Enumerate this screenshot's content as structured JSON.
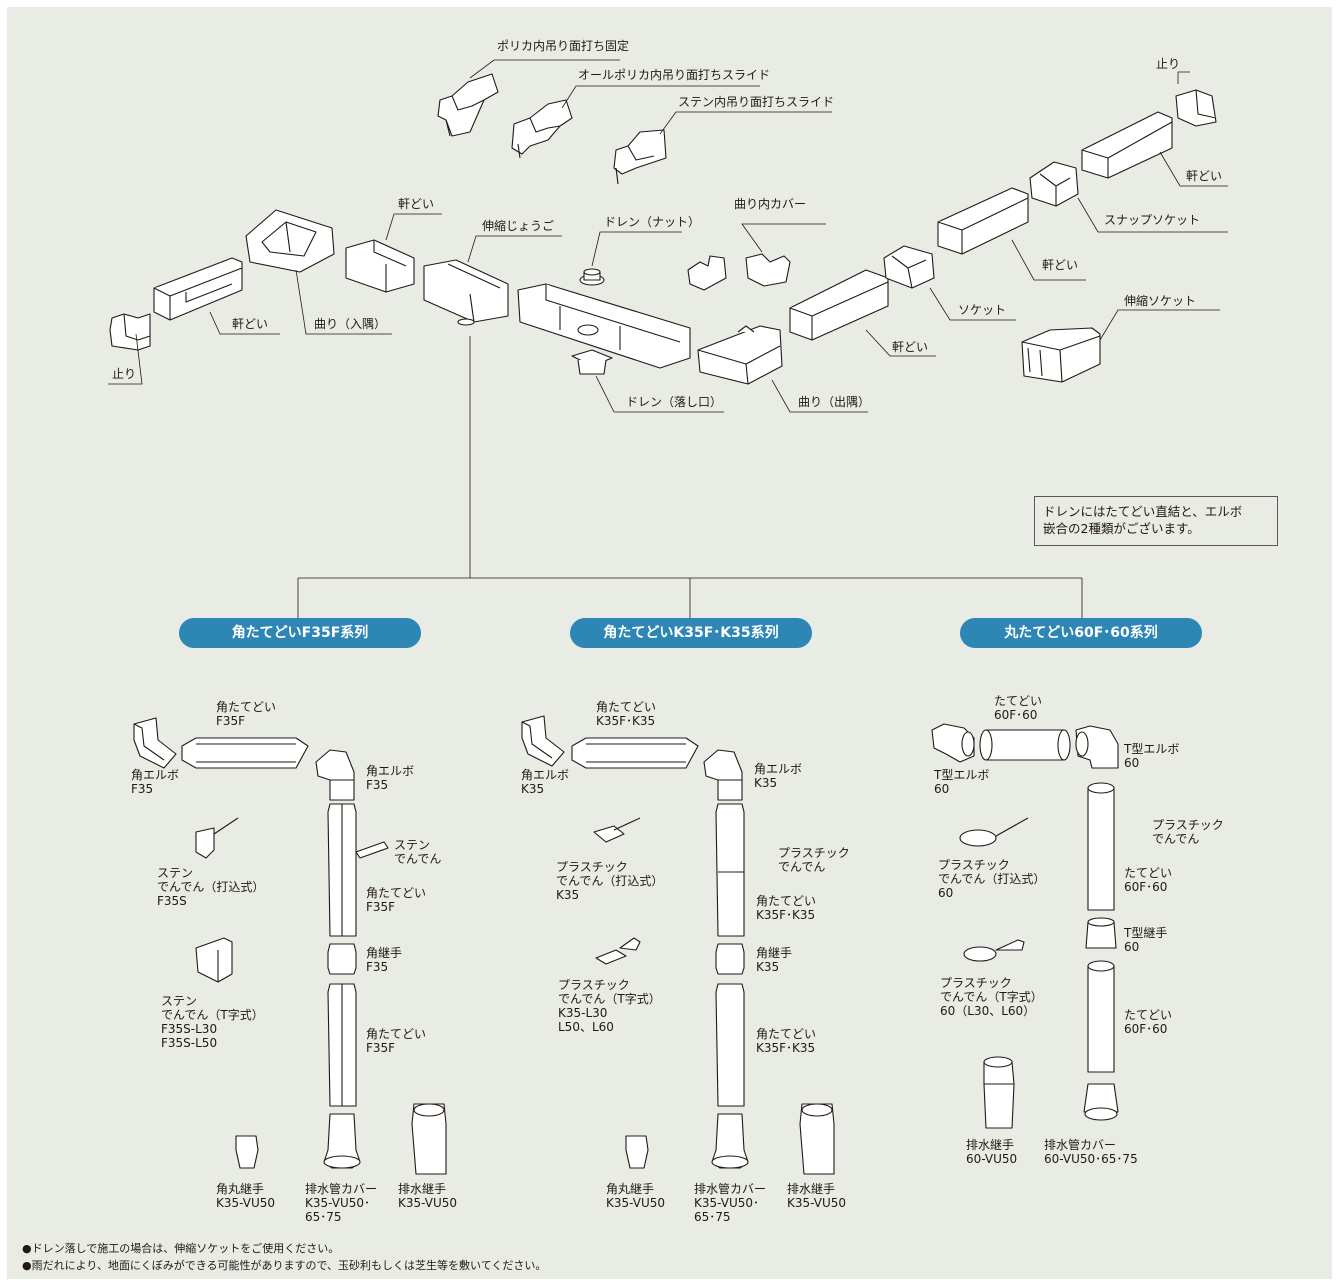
{
  "top_labels": {
    "polyca_fixed": "ポリカ内吊り面打ち固定",
    "allpolyca_slide": "オールポリカ内吊り面打ちスライド",
    "stainless_slide": "ステン内吊り面打ちスライド",
    "stop_left": "止り",
    "gutter_1": "軒どい",
    "corner_inside": "曲り（入隅）",
    "gutter_2": "軒どい",
    "expansion_funnel": "伸縮じょうご",
    "drain_nut": "ドレン（ナット）",
    "corner_inner_cover": "曲り内カバー",
    "drain_outlet": "ドレン（落し口）",
    "corner_outside": "曲り（出隅）",
    "gutter_3": "軒どい",
    "socket": "ソケット",
    "gutter_4": "軒どい",
    "snap_socket": "スナップソケット",
    "gutter_5": "軒どい",
    "stop_right": "止り",
    "expansion_socket": "伸縮ソケット"
  },
  "note": {
    "line1": "ドレンにはたてどい直結と、エルボ",
    "line2": "嵌合の2種類がございます。"
  },
  "series": {
    "f35": "角たてどいF35F系列",
    "k35": "角たてどいK35F･K35系列",
    "r60": "丸たてどい60F･60系列"
  },
  "col1": {
    "pipe_top": [
      "角たてどい",
      "F35F"
    ],
    "elbow_left": [
      "角エルボ",
      "F35"
    ],
    "elbow_right": [
      "角エルボ",
      "F35"
    ],
    "bracket_1": [
      "ステン",
      "でんでん"
    ],
    "bracket_2": [
      "ステン",
      "でんでん（打込式）",
      "F35S"
    ],
    "pipe_mid": [
      "角たてどい",
      "F35F"
    ],
    "joint": [
      "角継手",
      "F35"
    ],
    "bracket_3": [
      "ステン",
      "でんでん（T字式）",
      "F35S-L30",
      "F35S-L50"
    ],
    "pipe_low": [
      "角たてどい",
      "F35F"
    ],
    "round_joint": [
      "角丸継手",
      "K35-VU50"
    ],
    "drain_cover": [
      "排水管カバー",
      "K35-VU50･",
      "65･75"
    ],
    "drain_joint": [
      "排水継手",
      "K35-VU50"
    ]
  },
  "col2": {
    "pipe_top": [
      "角たてどい",
      "K35F･K35"
    ],
    "elbow_left": [
      "角エルボ",
      "K35"
    ],
    "elbow_right": [
      "角エルボ",
      "K35"
    ],
    "bracket_1": [
      "プラスチック",
      "でんでん"
    ],
    "bracket_2": [
      "プラスチック",
      "でんでん（打込式）",
      "K35"
    ],
    "pipe_mid": [
      "角たてどい",
      "K35F･K35"
    ],
    "joint": [
      "角継手",
      "K35"
    ],
    "bracket_3": [
      "プラスチック",
      "でんでん（T字式）",
      "K35-L30",
      "L50、L60"
    ],
    "pipe_low": [
      "角たてどい",
      "K35F･K35"
    ],
    "round_joint": [
      "角丸継手",
      "K35-VU50"
    ],
    "drain_cover": [
      "排水管カバー",
      "K35-VU50･",
      "65･75"
    ],
    "drain_joint": [
      "排水継手",
      "K35-VU50"
    ]
  },
  "col3": {
    "pipe_top": [
      "たてどい",
      "60F･60"
    ],
    "elbow_left": [
      "T型エルボ",
      "60"
    ],
    "elbow_right": [
      "T型エルボ",
      "60"
    ],
    "bracket_1": [
      "プラスチック",
      "でんでん"
    ],
    "bracket_2": [
      "プラスチック",
      "でんでん（打込式）",
      "60"
    ],
    "pipe_mid": [
      "たてどい",
      "60F･60"
    ],
    "joint": [
      "T型継手",
      "60"
    ],
    "bracket_3": [
      "プラスチック",
      "でんでん（T字式）",
      "60（L30、L60）"
    ],
    "pipe_low": [
      "たてどい",
      "60F･60"
    ],
    "drain_joint": [
      "排水継手",
      "60-VU50"
    ],
    "drain_cover": [
      "排水管カバー",
      "60-VU50･65･75"
    ]
  },
  "footnotes": [
    "●ドレン落しで施工の場合は、伸縮ソケットをご使用ください。",
    "●雨だれにより、地面にくぼみができる可能性がありますので、玉砂利もしくは芝生等を敷いてください。"
  ],
  "colors": {
    "background": "#e8ece5",
    "pill": "#2e86b5",
    "line": "#231815",
    "part_fill": "#ffffff"
  }
}
